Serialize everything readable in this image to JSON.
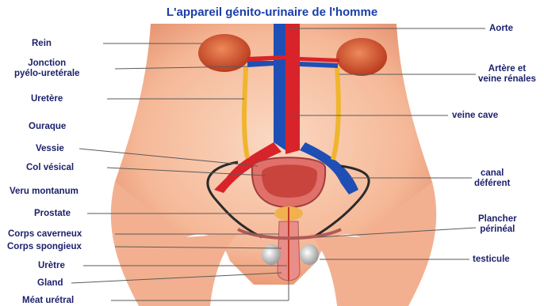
{
  "title": "L'appareil génito-urinaire de l'homme",
  "labels_left": [
    {
      "id": "rein",
      "text": "Rein"
    },
    {
      "id": "jonction",
      "text": "Jonction\npyélo-uretérale"
    },
    {
      "id": "uretere",
      "text": "Uretère"
    },
    {
      "id": "ouraque",
      "text": "Ouraque"
    },
    {
      "id": "vessie",
      "text": "Vessie"
    },
    {
      "id": "col",
      "text": "Col vésical"
    },
    {
      "id": "veru",
      "text": "Veru montanum"
    },
    {
      "id": "prostate",
      "text": "Prostate"
    },
    {
      "id": "caverneux",
      "text": "Corps caverneux"
    },
    {
      "id": "spongieux",
      "text": "Corps spongieux"
    },
    {
      "id": "uretre",
      "text": "Urètre"
    },
    {
      "id": "gland",
      "text": "Gland"
    },
    {
      "id": "meat",
      "text": "Méat urétral"
    }
  ],
  "labels_right": [
    {
      "id": "aorte",
      "text": "Aorte"
    },
    {
      "id": "artere",
      "text": "Artère et\nveine rénales"
    },
    {
      "id": "cave",
      "text": "veine cave"
    },
    {
      "id": "canal",
      "text": "canal\ndéférent"
    },
    {
      "id": "plancher",
      "text": "Plancher\npérinéal"
    },
    {
      "id": "testicule",
      "text": "testicule"
    }
  ],
  "colors": {
    "title": "#1a3ea8",
    "label": "#1b1f6b",
    "skin": "#f7c3a4",
    "skin_dark": "#e99a7a",
    "kidney": "#d9572f",
    "aorta": "#d8232a",
    "vein": "#1f4fb5",
    "ureter": "#f0b52e",
    "bladder": "#e0706a"
  }
}
